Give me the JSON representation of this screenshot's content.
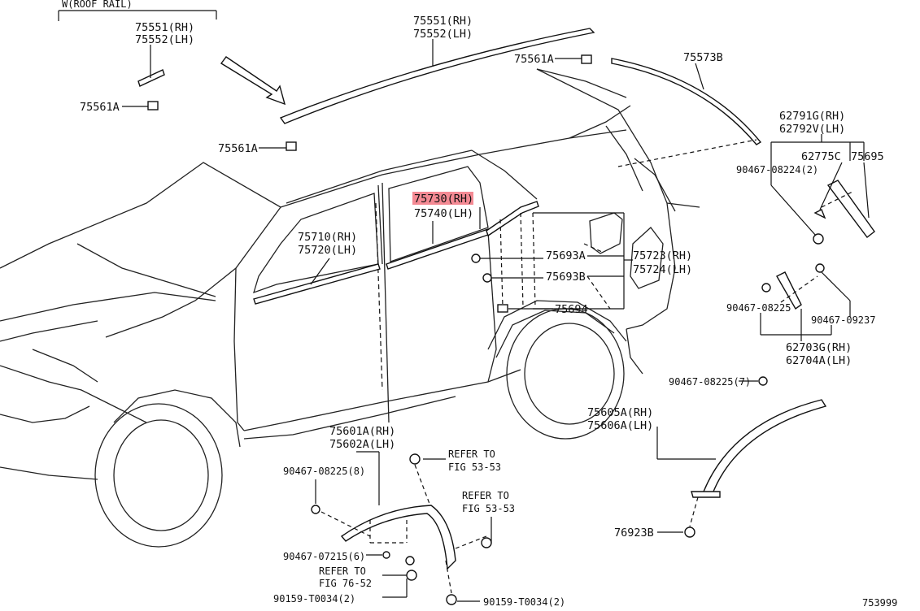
{
  "header": {
    "roof_rail": "W(ROOF RAIL)"
  },
  "figure_id": "753999",
  "labels": {
    "l75551_rh_a": "75551(RH)",
    "l75552_lh_a": "75552(LH)",
    "l75561a_a": "75561A",
    "l75551_rh_b": "75551(RH)",
    "l75552_lh_b": "75552(LH)",
    "l75561a_b": "75561A",
    "l75561a_c": "75561A",
    "l75573b": "75573B",
    "l62791g": "62791G(RH)",
    "l62792v": "62792V(LH)",
    "l62775c": "62775C",
    "l75695": "75695",
    "l90467_08224": "90467-08224(2)",
    "l75730": "75730(RH)",
    "l75740": "75740(LH)",
    "l75710": "75710(RH)",
    "l75720": "75720(LH)",
    "l75693a": "75693A",
    "l75693b": "75693B",
    "l75694": "75694",
    "l75723": "75723(RH)",
    "l75724": "75724(LH)",
    "l90467_08225_c": "90467-08225",
    "l90467_09237": "90467-09237",
    "l62703g": "62703G(RH)",
    "l62704a": "62704A(LH)",
    "l90467_08225_7": "90467-08225(7)",
    "l75605a": "75605A(RH)",
    "l75606a": "75606A(LH)",
    "l75601a": "75601A(RH)",
    "l75602a": "75602A(LH)",
    "l90467_08225_8": "90467-08225(8)",
    "refer1_a": "REFER TO",
    "refer1_b": "FIG 53-53",
    "refer2_a": "REFER TO",
    "refer2_b": "FIG 53-53",
    "refer3_a": "REFER TO",
    "refer3_b": "FIG 76-52",
    "l90467_07215": "90467-07215(6)",
    "l90159_t0034_a": "90159-T0034(2)",
    "l90159_t0034_b": "90159-T0034(2)",
    "l76923b": "76923B"
  },
  "highlight_color": "#f48a94"
}
